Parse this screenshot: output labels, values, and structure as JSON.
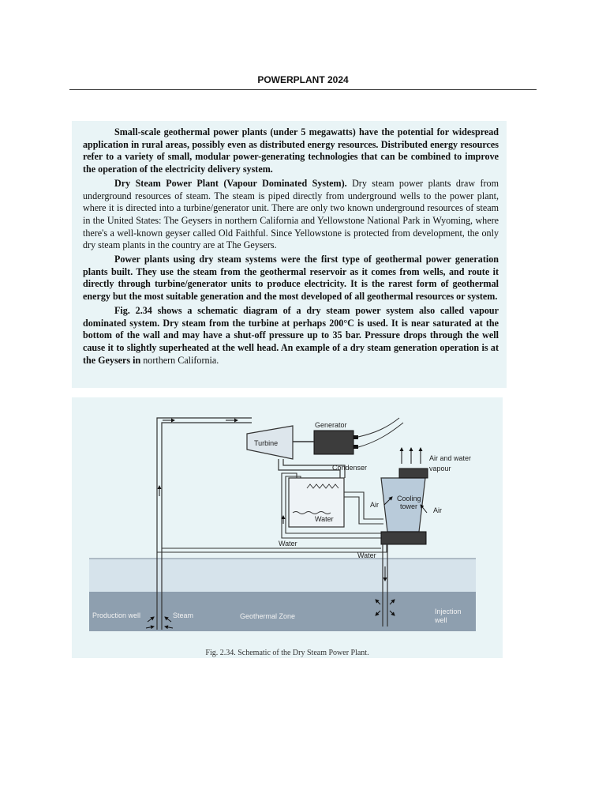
{
  "header": {
    "title": "POWERPLANT 2024"
  },
  "text": {
    "p1": "Small-scale geothermal power plants (under 5 megawatts) have the potential for widespread application in rural areas, possibly even as distributed energy resources. Distributed energy resources refer to a variety of small, modular power-generating technologies that can be combined to improve the operation of the electricity delivery system.",
    "p2_title": "Dry Steam Power Plant (Vapour Dominated System).",
    "p2_body": " Dry steam power plants draw from underground resources of steam. The steam is piped directly from underground wells to the power plant, where it is directed into a turbine/generator unit. There are only two known underground resources of steam in the United States: The Geysers in northern California and Yellowstone National Park in Wyoming, where there's a well-known geyser called Old Faithful. Since Yellowstone is protected from development, the only dry steam plants in the country are at The Geysers.",
    "p3": "Power plants using dry steam systems were the first type of geothermal power generation plants built. They use the steam from the geothermal reservoir as it comes from wells, and route it directly through turbine/generator units to produce electricity. It is the rarest form of geothermal energy but the most suitable generation and the most developed of all geothermal resources or system.",
    "p4_bold": "Fig. 2.34 shows a schematic diagram of a dry steam power system also called vapour dominated system. Dry steam from the turbine at perhaps 200°C is used. It is near saturated at the bottom of the wall and may have a shut-off pressure up to 35 bar. Pressure drops through the well cause it to slightly superheated at the well head. An example of a dry steam generation operation is at the Geysers in",
    "p4_tail": " northern California."
  },
  "diagram": {
    "generator": "Generator",
    "turbine": "Turbine",
    "condenser": "Condenser",
    "air_and_water": "Air and water",
    "vapour": "vapour",
    "cooling": "Cooling",
    "tower": "tower",
    "air_left": "Air",
    "air_right": "Air",
    "water_condenser": "Water",
    "water_left": "Water",
    "water_right": "Water",
    "production_well": "Production well",
    "steam": "Steam",
    "geothermal_zone": "Geothermal Zone",
    "injection": "Injection",
    "well": "well",
    "caption": "Fig. 2.34. Schematic of the Dry Steam Power Plant."
  }
}
